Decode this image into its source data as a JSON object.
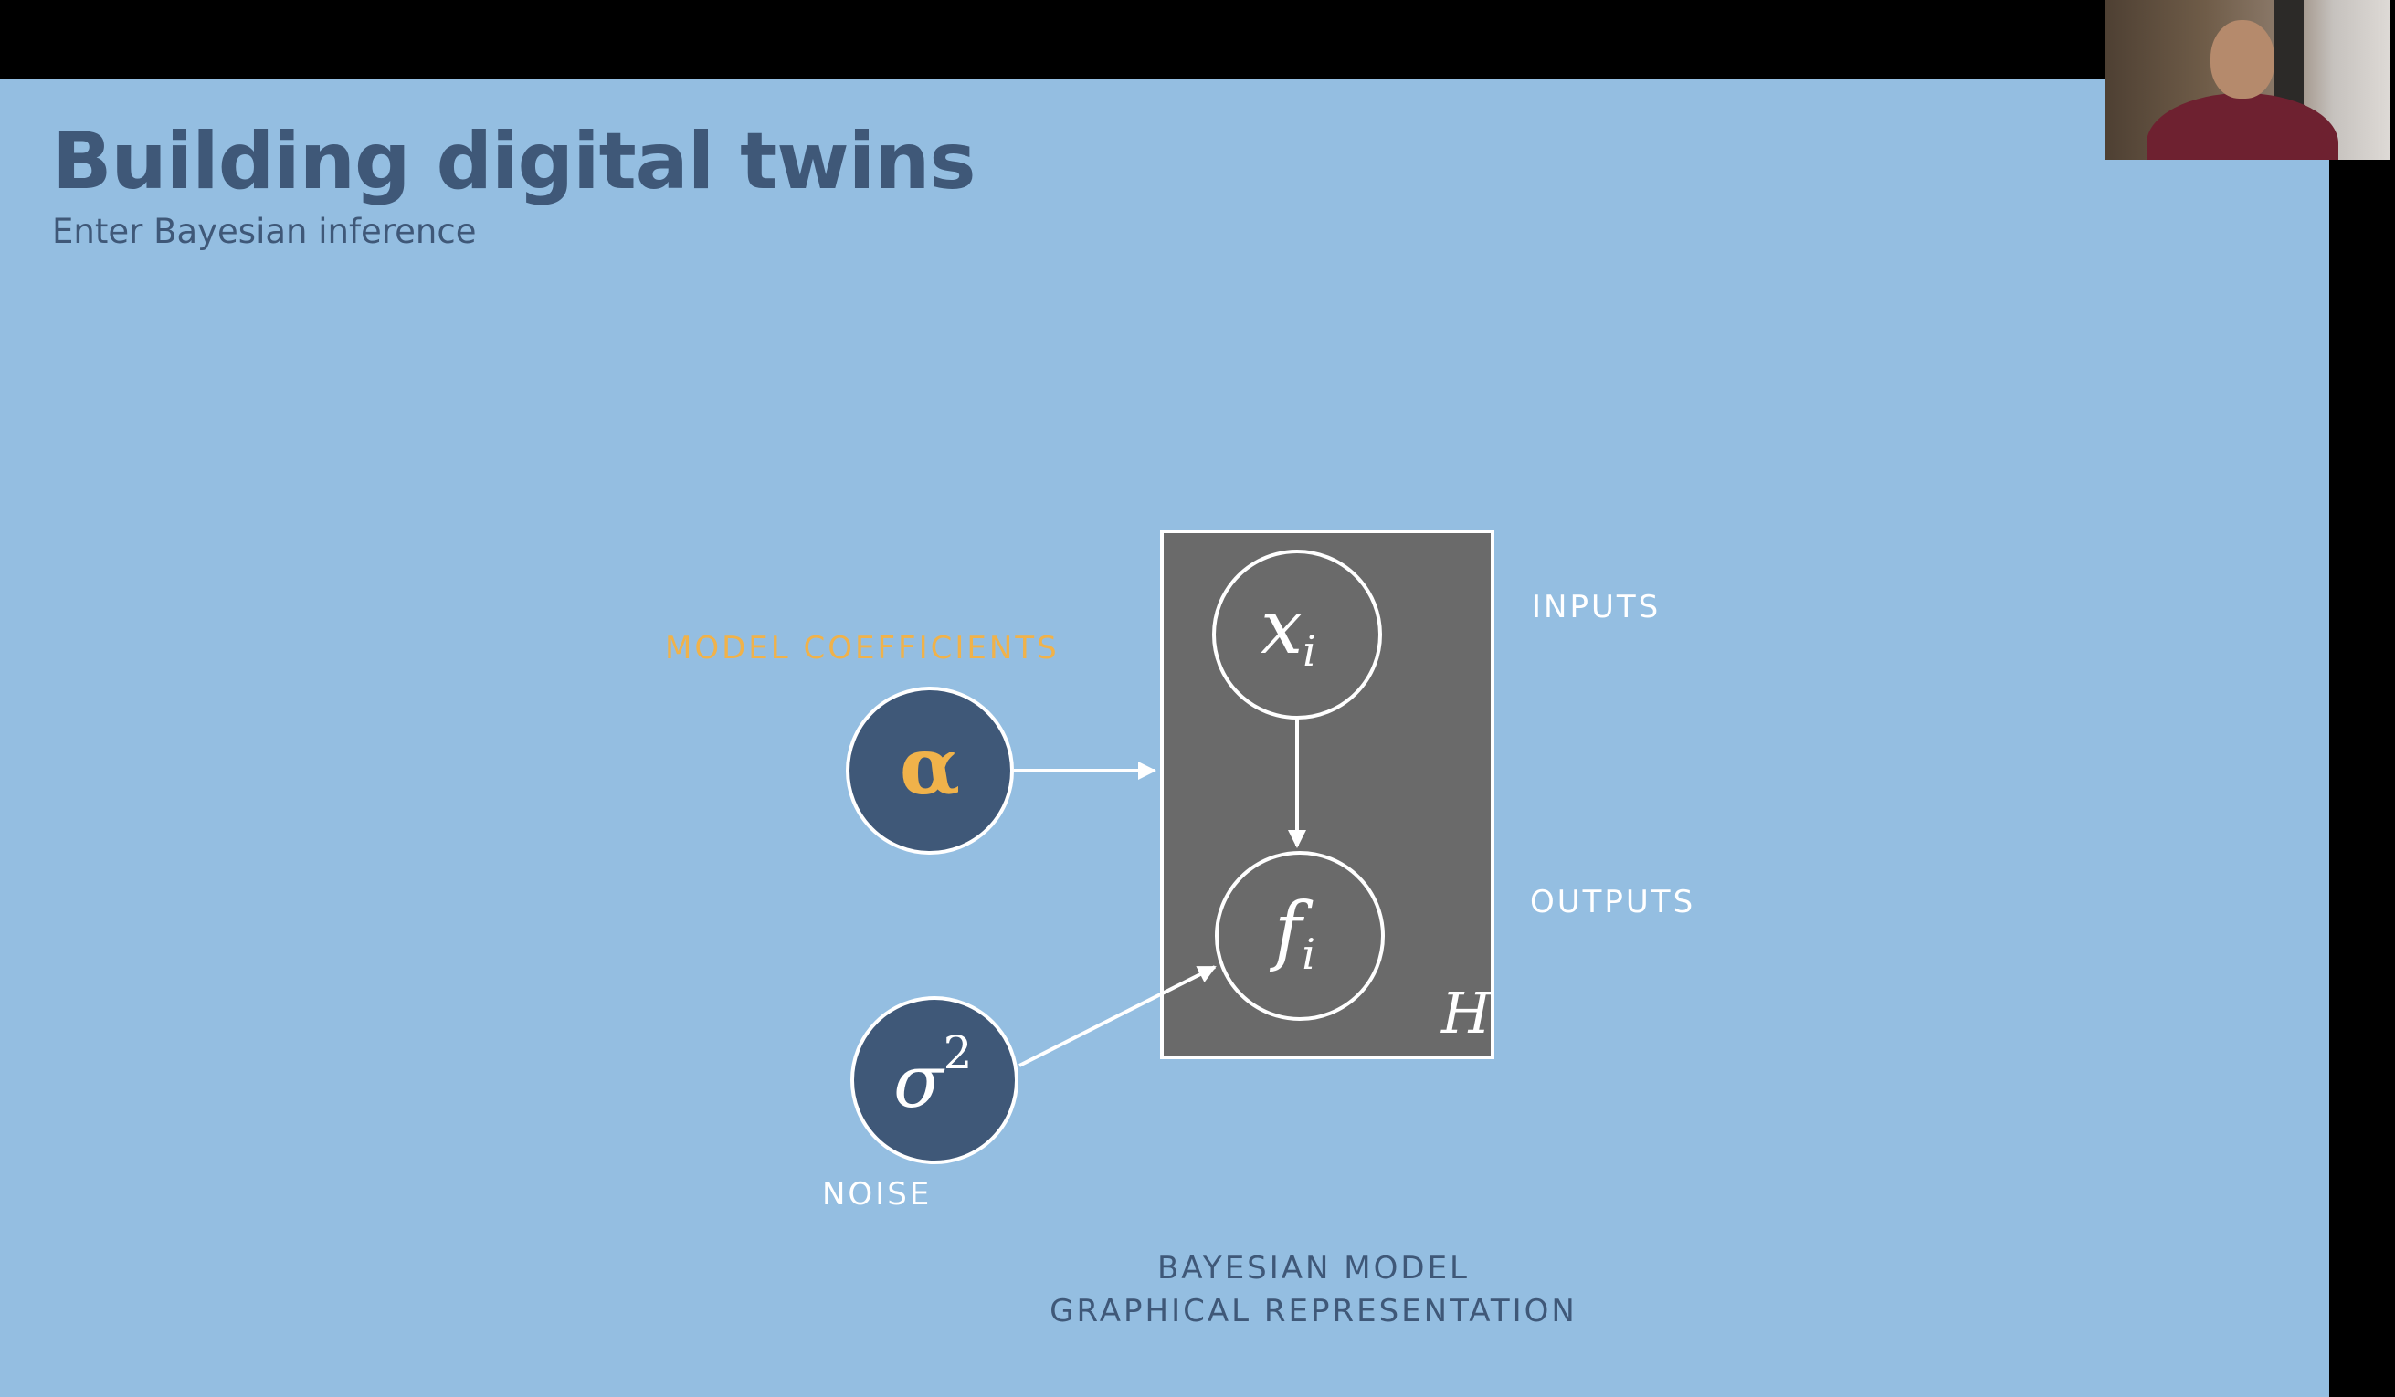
{
  "slide": {
    "title": "Building digital twins",
    "subtitle": "Enter Bayesian inference"
  },
  "diagram": {
    "label_model_coefficients": "MODEL COEFFICIENTS",
    "label_inputs": "INPUTS",
    "label_outputs": "OUTPUTS",
    "label_noise": "NOISE",
    "caption_line1": "BAYESIAN MODEL",
    "caption_line2": "GRAPHICAL REPRESENTATION",
    "node_alpha": "α",
    "node_sigma": "σ",
    "node_sigma_exp": "2",
    "node_x": "x",
    "node_x_sub": "i",
    "node_f": "f",
    "node_f_sub": "i",
    "plate_label": "H"
  },
  "colors": {
    "slide_bg": "#94bee1",
    "title_text": "#3f5878",
    "node_dark": "#3f5878",
    "plate_fill": "#6a6a6a",
    "accent_orange": "#f0b24a",
    "line_white": "#ffffff"
  }
}
